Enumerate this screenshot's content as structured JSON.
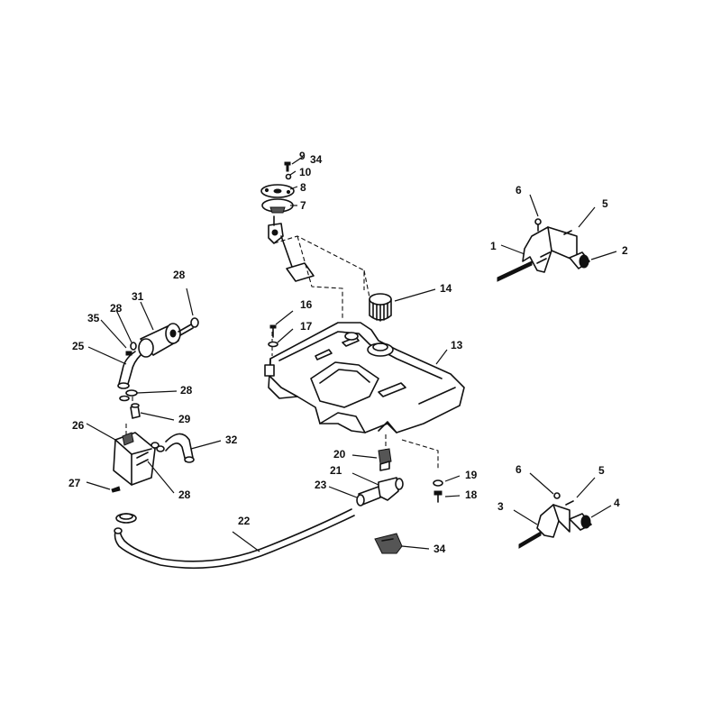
{
  "callouts": [
    {
      "id": "c1",
      "text": "1"
    },
    {
      "id": "c2",
      "text": "2"
    },
    {
      "id": "c3",
      "text": "3"
    },
    {
      "id": "c4",
      "text": "4"
    },
    {
      "id": "c5a",
      "text": "5"
    },
    {
      "id": "c5b",
      "text": "5"
    },
    {
      "id": "c6a",
      "text": "6"
    },
    {
      "id": "c6b",
      "text": "6"
    },
    {
      "id": "c7",
      "text": "7"
    },
    {
      "id": "c8",
      "text": "8"
    },
    {
      "id": "c9",
      "text": "9"
    },
    {
      "id": "c10",
      "text": "10"
    },
    {
      "id": "c13",
      "text": "13"
    },
    {
      "id": "c14",
      "text": "14"
    },
    {
      "id": "c16",
      "text": "16"
    },
    {
      "id": "c17",
      "text": "17"
    },
    {
      "id": "c18",
      "text": "18"
    },
    {
      "id": "c19",
      "text": "19"
    },
    {
      "id": "c20",
      "text": "20"
    },
    {
      "id": "c21",
      "text": "21"
    },
    {
      "id": "c22",
      "text": "22"
    },
    {
      "id": "c23",
      "text": "23"
    },
    {
      "id": "c25",
      "text": "25"
    },
    {
      "id": "c26",
      "text": "26"
    },
    {
      "id": "c27",
      "text": "27"
    },
    {
      "id": "c28a",
      "text": "28"
    },
    {
      "id": "c28b",
      "text": "28"
    },
    {
      "id": "c28c",
      "text": "28"
    },
    {
      "id": "c28d",
      "text": "28"
    },
    {
      "id": "c29",
      "text": "29"
    },
    {
      "id": "c31",
      "text": "31"
    },
    {
      "id": "c32",
      "text": "32"
    },
    {
      "id": "c34a",
      "text": "34"
    },
    {
      "id": "c34b",
      "text": "34"
    },
    {
      "id": "c35",
      "text": "35"
    }
  ]
}
